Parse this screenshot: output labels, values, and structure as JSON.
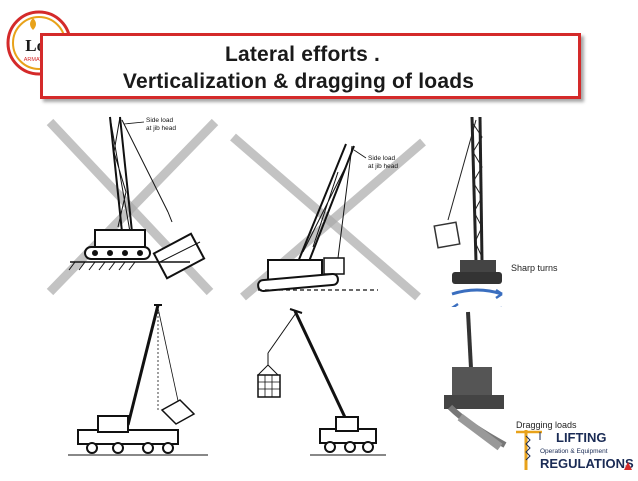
{
  "slide": {
    "title_line1": "Lateral  efforts .",
    "title_line2": "Verticalization & dragging of loads"
  },
  "logo": {
    "text_main": "Loe",
    "text_sub": "ARMATURE",
    "accent": "#d42a2a"
  },
  "panels": {
    "p1": {
      "label_line1": "Side load",
      "label_line2": "at jib head"
    },
    "p2": {
      "label_line1": "Side load",
      "label_line2": "at jib head"
    }
  },
  "captions": {
    "sharp_turns": "Sharp turns",
    "dragging_loads": "Dragging loads"
  },
  "brand": {
    "word1": "LIFTING",
    "word2": "Operation & Equipment",
    "word3": "REGULATIONS",
    "color_main": "#1a2b55",
    "color_accent": "#e8a21a"
  },
  "colors": {
    "frame": "#d42a2a",
    "arrow": "#3a6ebf"
  }
}
